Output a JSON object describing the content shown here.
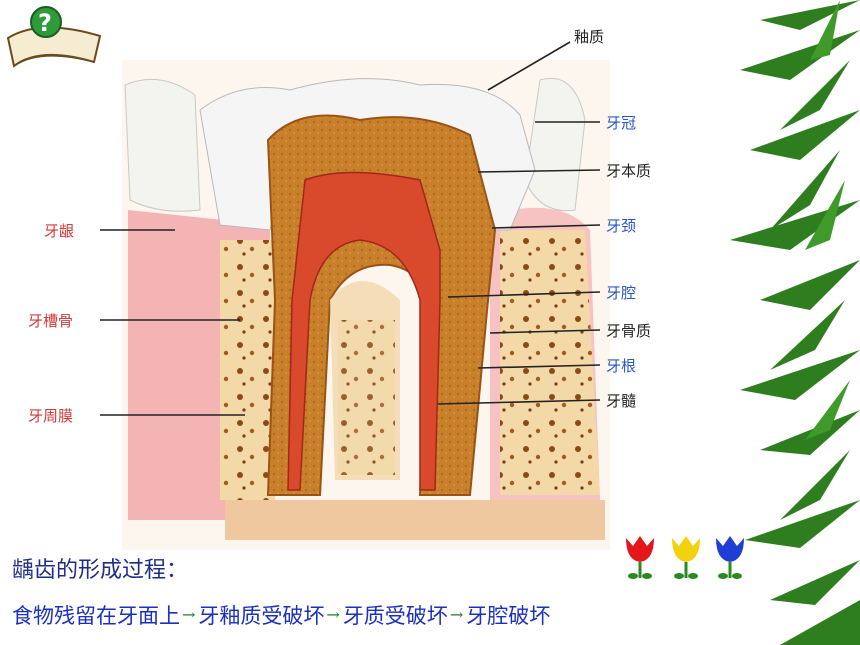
{
  "diagram": {
    "labels_right": [
      {
        "id": "enamel",
        "text": "釉质",
        "color": "#222222"
      },
      {
        "id": "crown",
        "text": "牙冠",
        "color": "#2a56c6"
      },
      {
        "id": "dentin",
        "text": "牙本质",
        "color": "#222222"
      },
      {
        "id": "neck",
        "text": "牙颈",
        "color": "#2a56c6"
      },
      {
        "id": "pulp-cavity",
        "text": "牙腔",
        "color": "#2a56c6"
      },
      {
        "id": "cementum",
        "text": "牙骨质",
        "color": "#222222"
      },
      {
        "id": "root",
        "text": "牙根",
        "color": "#2a56c6"
      },
      {
        "id": "pulp",
        "text": "牙髓",
        "color": "#222222"
      }
    ],
    "labels_left": [
      {
        "id": "gum",
        "text": "牙龈",
        "color": "#d23a3a"
      },
      {
        "id": "alveolar-bone",
        "text": "牙槽骨",
        "color": "#d23a3a"
      },
      {
        "id": "periodontal",
        "text": "牙周膜",
        "color": "#d23a3a"
      }
    ]
  },
  "caption": "龋齿的形成过程：",
  "process": {
    "step1": "食物残留在牙面上",
    "step2": "牙釉质受破坏",
    "step3": "牙质受破坏",
    "step4": "牙腔破坏",
    "arrow": "→"
  },
  "colors": {
    "text_blue": "#1c2fbf",
    "bamboo": "#2e7d1f"
  }
}
